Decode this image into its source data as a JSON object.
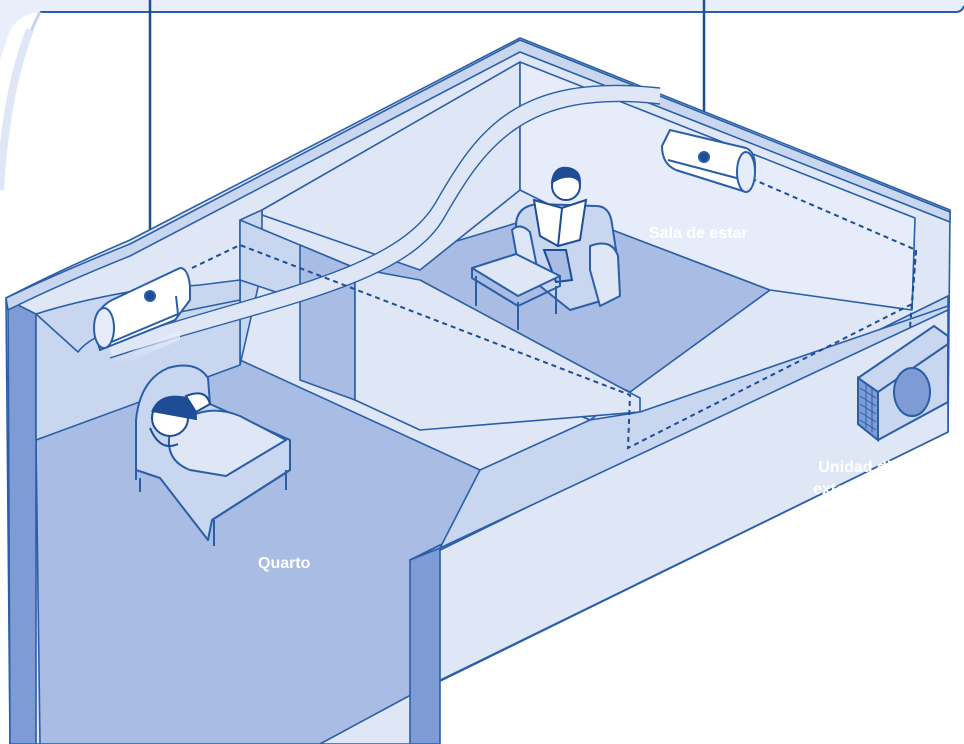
{
  "labels": {
    "living_room": "Sala de estar",
    "bedroom": "Quarto",
    "outdoor_unit_line1": "Unidad dividida",
    "outdoor_unit_line2": "exterior múltiple"
  },
  "colors": {
    "outline": "#2a5fa8",
    "wall_light": "#dfe7f7",
    "wall_mid": "#c9d6f0",
    "floor": "#a9bce4",
    "wall_dark": "#7f9bd6",
    "label_text": "#ffffff"
  },
  "icons": [
    "indoor-ac-unit-icon",
    "outdoor-ac-unit-icon",
    "sleeping-person-icon",
    "reading-person-icon",
    "armchair-icon",
    "coffee-table-icon",
    "bed-icon"
  ]
}
